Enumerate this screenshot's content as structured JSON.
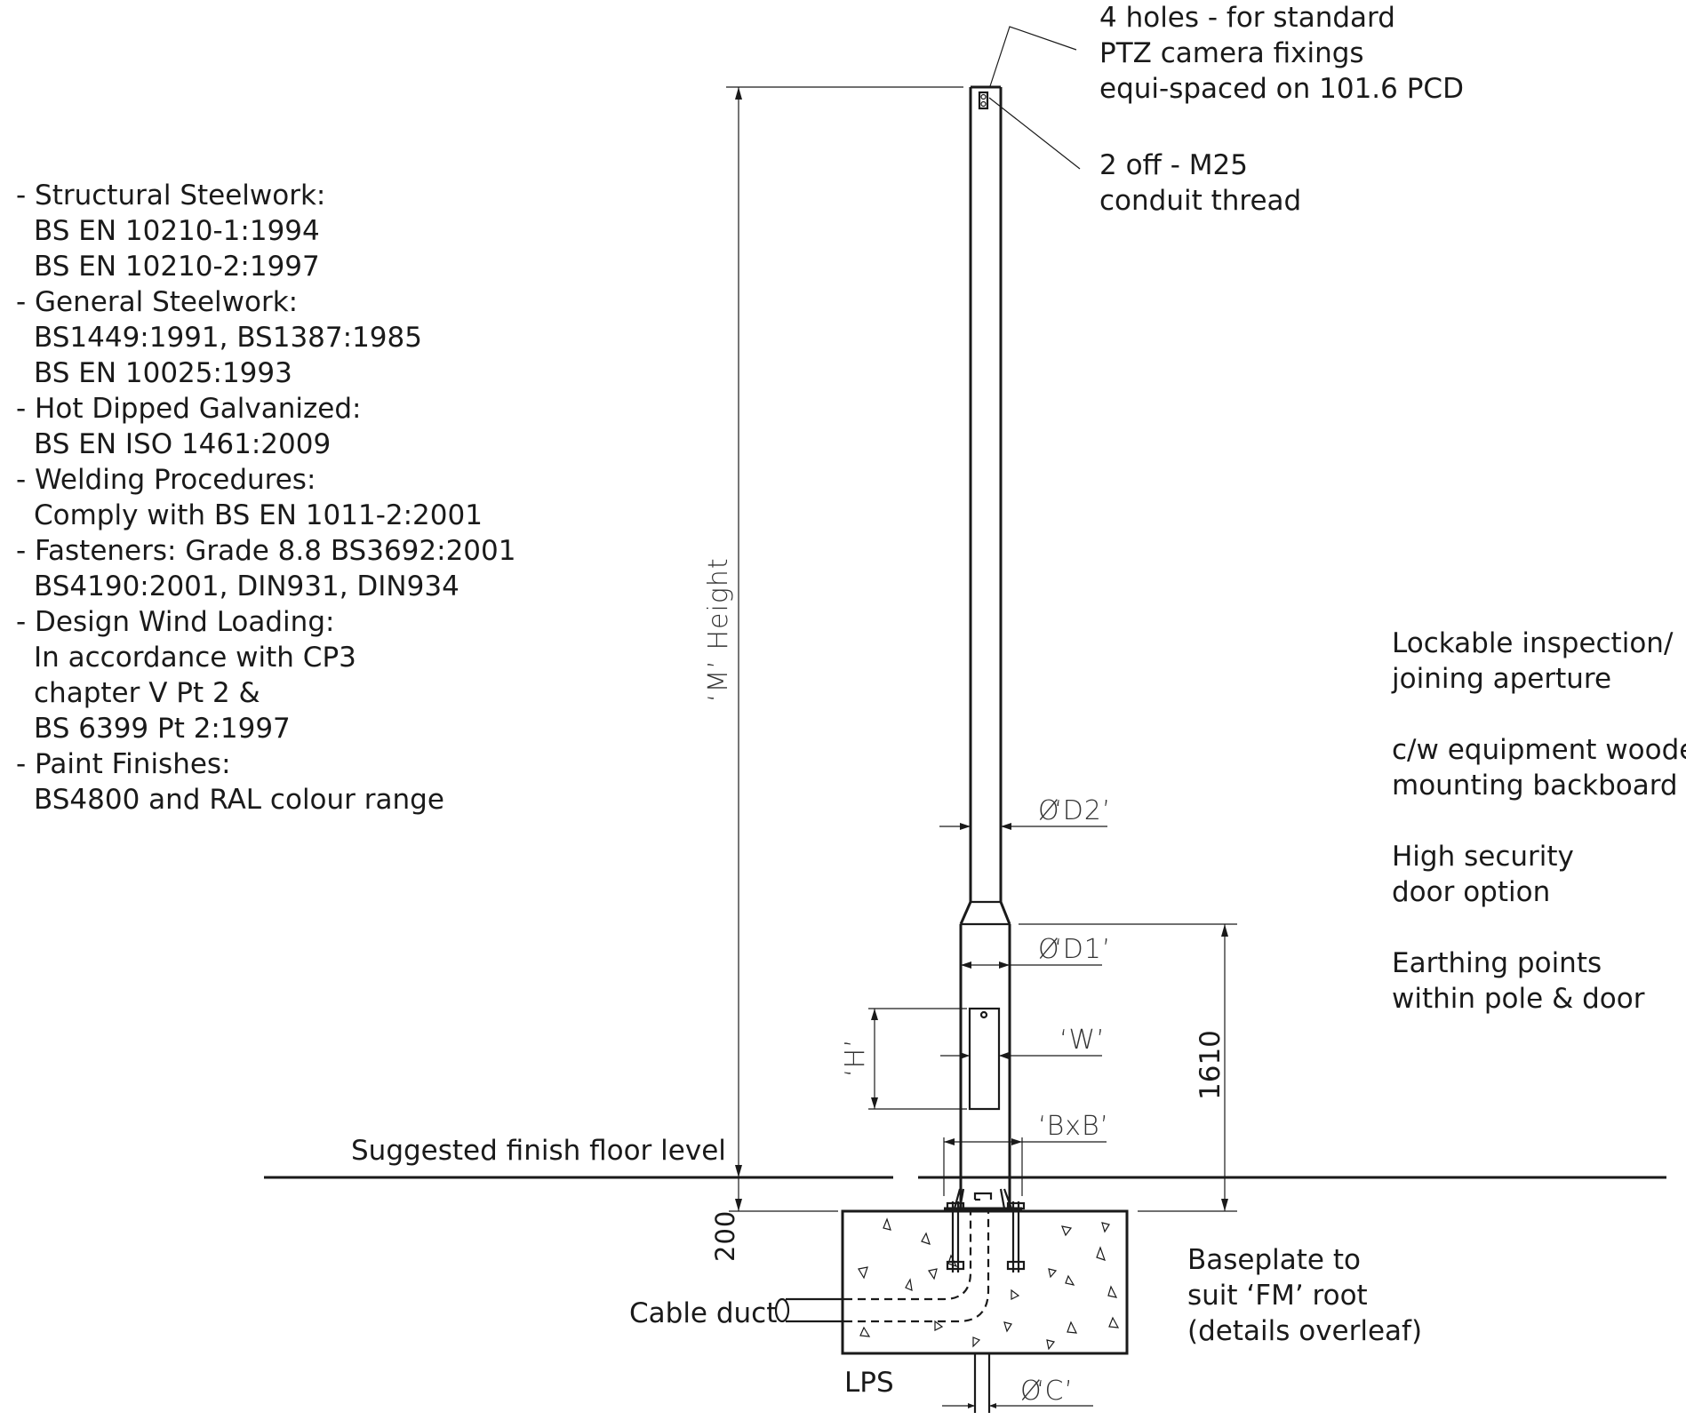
{
  "specs_left": [
    "- Structural Steelwork:",
    "  BS EN 10210-1:1994",
    "  BS EN 10210-2:1997",
    "- General Steelwork:",
    "  BS1449:1991, BS1387:1985",
    "  BS EN 10025:1993",
    "- Hot Dipped Galvanized:",
    "  BS EN ISO 1461:2009",
    "- Welding Procedures:",
    "  Comply with BS EN 1011-2:2001",
    "- Fasteners: Grade 8.8 BS3692:2001",
    "  BS4190:2001, DIN931, DIN934",
    "- Design Wind Loading:",
    "  In accordance with CP3",
    "  chapter V Pt 2 &",
    "  BS 6399 Pt 2:1997",
    "- Paint Finishes:",
    "  BS4800 and RAL colour range"
  ],
  "top_callout_holes": [
    "4 holes - for standard",
    "PTZ camera fixings",
    "equi-spaced on 101.6 PCD"
  ],
  "top_callout_conduit": [
    "2 off - M25",
    "conduit thread"
  ],
  "right_features": [
    [
      "Lockable inspection/",
      "joining aperture"
    ],
    [
      "c/w equipment wooden",
      "mounting backboard"
    ],
    [
      "High security",
      "door option"
    ],
    [
      "Earthing points",
      "within pole & door"
    ]
  ],
  "baseplate_note": [
    "Baseplate to",
    "suit ‘FM’ root",
    "(details overleaf)"
  ],
  "labels": {
    "floor_level": "Suggested finish floor level",
    "cable_duct": "Cable duct",
    "lps": "LPS",
    "height_m": "‘M’ Height",
    "dia_d2": "Ø‘D2’",
    "dia_d1": "Ø‘D1’",
    "width_w": "‘W’",
    "height_h": "‘H’",
    "bxb": "‘BxB’",
    "dim_1610": "1610",
    "dim_200": "200",
    "dia_c": "Ø‘C’"
  }
}
